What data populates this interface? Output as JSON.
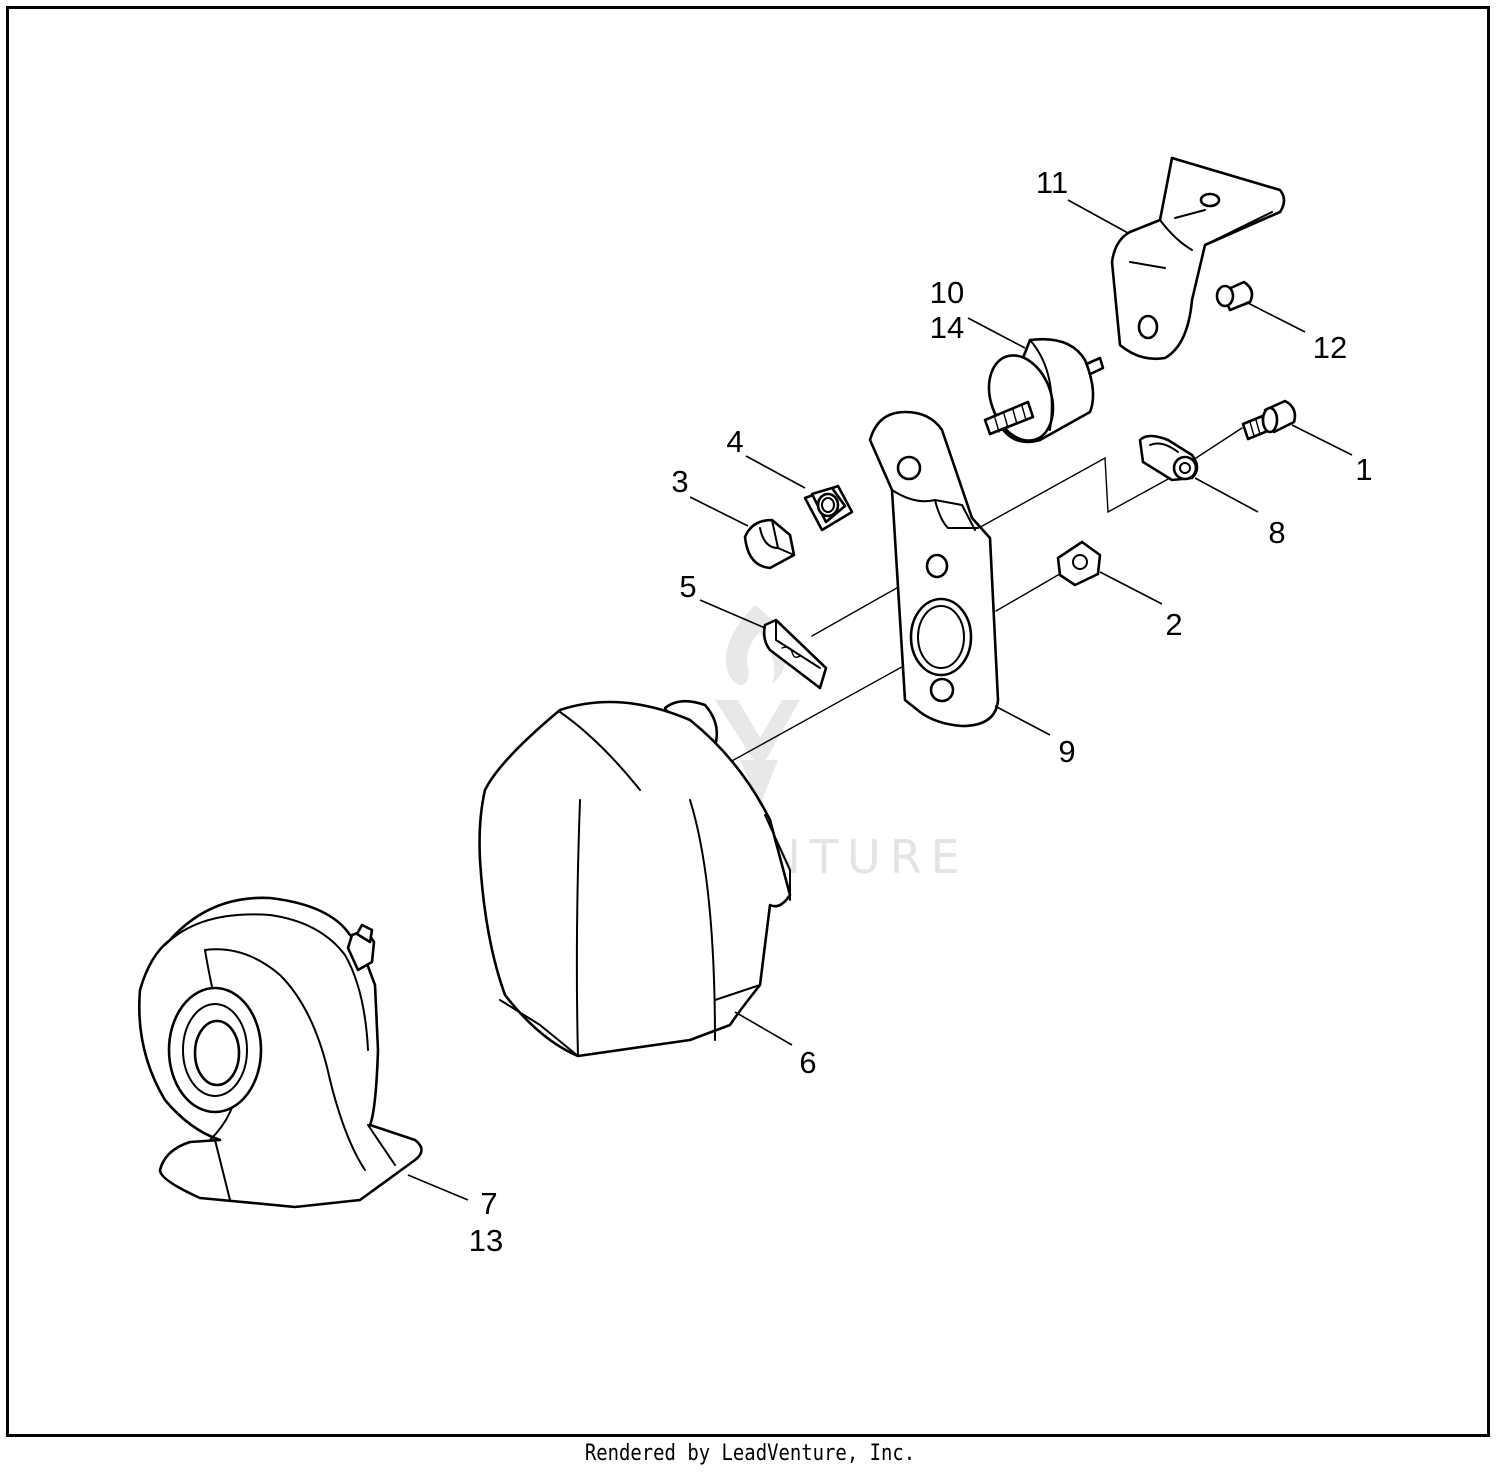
{
  "callouts": {
    "p1": "1",
    "p2": "2",
    "p3": "3",
    "p4": "4",
    "p5": "5",
    "p6": "6",
    "p7": "7",
    "p8": "8",
    "p9": "9",
    "p10": "10",
    "p11": "11",
    "p12": "12",
    "p13": "13",
    "p14": "14"
  },
  "watermark": {
    "text": "LEADVENTURE",
    "color": "#e4e4e4"
  },
  "footer": {
    "text": "Rendered by LeadVenture, Inc."
  },
  "colors": {
    "line": "#000000",
    "background": "#ffffff",
    "frame": "#000000"
  }
}
